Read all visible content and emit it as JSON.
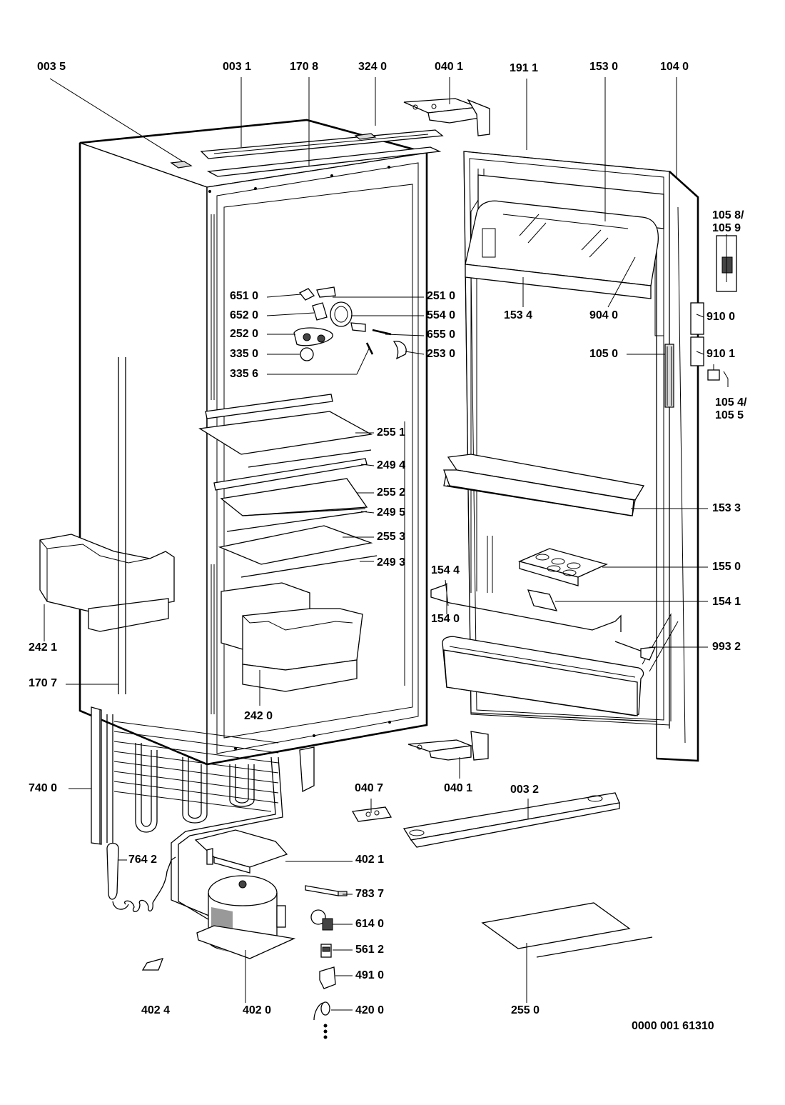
{
  "labels": {
    "l0035": "003 5",
    "l0031": "003 1",
    "l1708": "170 8",
    "l3240": "324 0",
    "l0401_top": "040 1",
    "l1911": "191 1",
    "l1530": "153 0",
    "l1040": "104 0",
    "l1058": "105 8/",
    "l1059": "105 9",
    "l6510": "651 0",
    "l2510": "251 0",
    "l6520": "652 0",
    "l5540": "554 0",
    "l2520": "252 0",
    "l6550": "655 0",
    "l3350": "335 0",
    "l2530": "253 0",
    "l3356": "335 6",
    "l1534": "153 4",
    "l9040": "904 0",
    "l9100": "910 0",
    "l9101": "910 1",
    "l1050": "105 0",
    "l1054": "105 4/",
    "l1055": "105 5",
    "l2551": "255 1",
    "l2494": "249 4",
    "l2552": "255 2",
    "l2495": "249 5",
    "l2553": "255 3",
    "l2493": "249 3",
    "l1533": "153 3",
    "l1550": "155 0",
    "l1544": "154 4",
    "l1541": "154 1",
    "l1540": "154 0",
    "l9932": "993 2",
    "l2421": "242 1",
    "l1707": "170 7",
    "l2420": "242 0",
    "l7400": "740 0",
    "l0407": "040 7",
    "l0401_bot": "040 1",
    "l0032": "003 2",
    "l7642": "764 2",
    "l4021": "402 1",
    "l7837": "783 7",
    "l6140": "614 0",
    "l5612": "561 2",
    "l4910": "491 0",
    "l4200": "420 0",
    "l4024": "402 4",
    "l4020": "402 0",
    "l2550": "255 0",
    "docnum": "0000 001 61310"
  }
}
